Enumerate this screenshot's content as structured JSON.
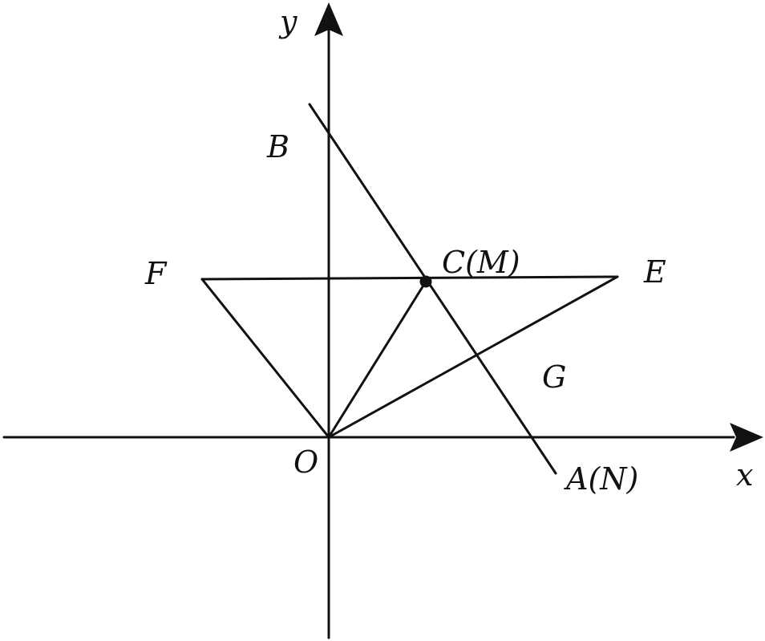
{
  "axes": {
    "x_label": "x",
    "y_label": "y",
    "origin_label": "O"
  },
  "points": {
    "A": "A(N)",
    "B": "B",
    "C": "C(M)",
    "E": "E",
    "F": "F",
    "G": "G"
  },
  "colors": {
    "ink": "#111111",
    "background": "#ffffff"
  }
}
